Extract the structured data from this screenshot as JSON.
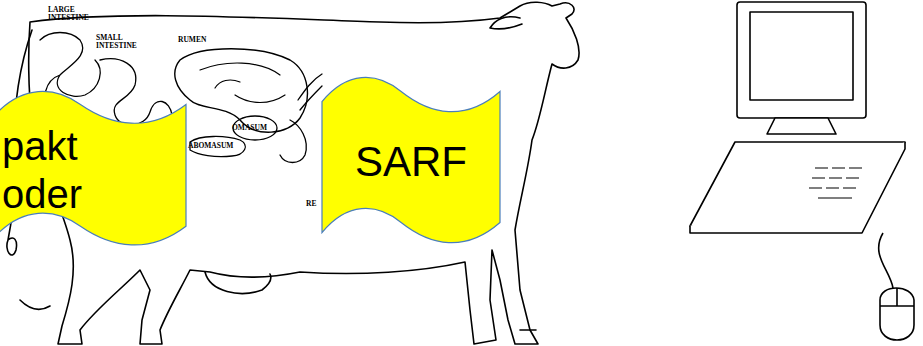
{
  "diagram": {
    "nodes": [
      {
        "text": [
          "pakt oder"
        ]
      },
      {
        "text": [
          "SARF"
        ]
      }
    ],
    "labels": [
      "LARGE INTESTINE",
      "SMALL INTESTINE",
      "RUMEN",
      "OMASUM",
      "ABOMASUM",
      "RE"
    ]
  }
}
